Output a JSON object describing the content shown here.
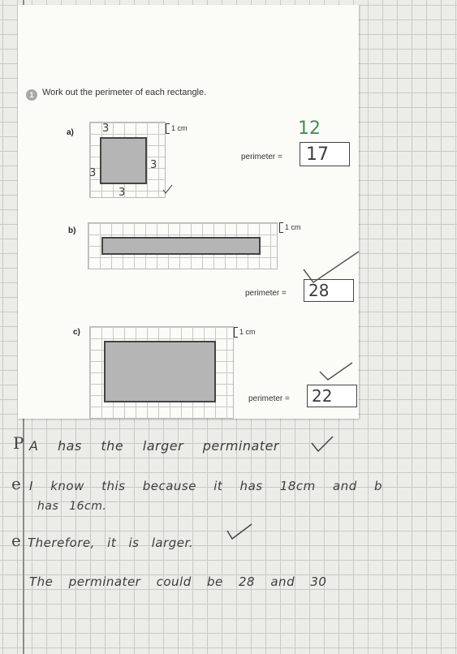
{
  "worksheet": {
    "question_number": "1",
    "instruction": "Work out the perimeter of each rectangle.",
    "unit_label": "1 cm",
    "perimeter_label": "perimeter =",
    "parts": [
      {
        "label": "a)",
        "answer": "17",
        "correction": "12",
        "side_labels": [
          "3",
          "3",
          "3",
          "3"
        ]
      },
      {
        "label": "b)",
        "answer": "28"
      },
      {
        "label": "c)",
        "answer": "22"
      }
    ]
  },
  "notebook": {
    "margin_letters": [
      "P",
      "e",
      "e"
    ],
    "lines": [
      "A has the larger perminater",
      "I know this because it has 18cm and b",
      "has 16cm.",
      "Therefore, it is larger.",
      "The perminater could be 28 and 30"
    ]
  },
  "colors": {
    "correction": "#3f8f55",
    "pencil": "#3d3d3d",
    "shading": "#b5b5b5"
  }
}
